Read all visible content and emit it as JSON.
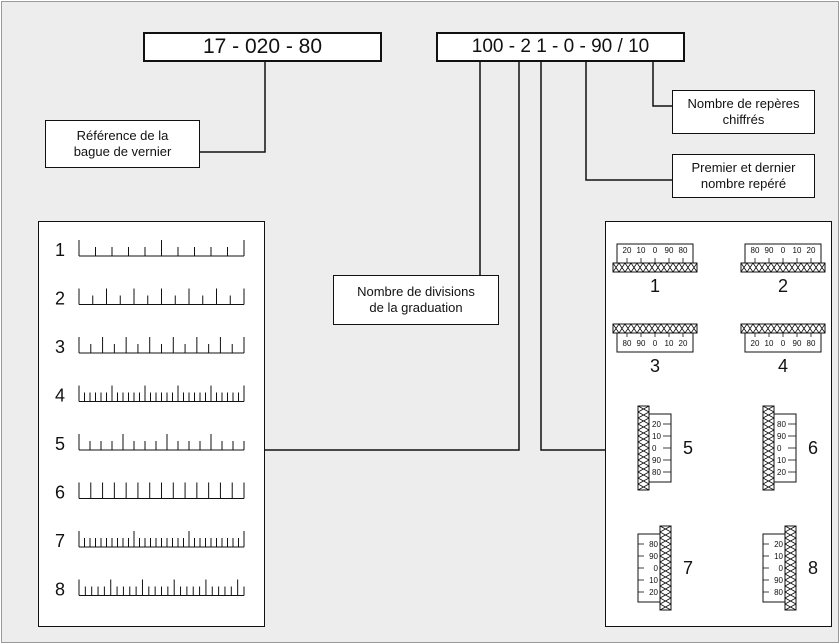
{
  "codes": {
    "reference_code": "17 - 020 - 80",
    "graduation_code": "100 - 2 1 - 0 - 90 / 10"
  },
  "labels": {
    "reference": "Référence de la\nbague de vernier",
    "marked_count": "Nombre de repères\nchiffrés",
    "first_last": "Premier et dernier\nnombre repéré",
    "divisions": "Nombre de divisions\nde la graduation"
  },
  "scale_types": [
    {
      "number": "1",
      "pattern": "10 ticks, major every 5"
    },
    {
      "number": "2",
      "pattern": "12 ticks, major every 2"
    },
    {
      "number": "3",
      "pattern": "14 ticks, major every 2"
    },
    {
      "number": "4",
      "pattern": "30 ticks, major every 6"
    },
    {
      "number": "5",
      "pattern": "15 ticks, major every 4"
    },
    {
      "number": "6",
      "pattern": "14 ticks, all major"
    },
    {
      "number": "7",
      "pattern": "30 ticks, major every 10"
    },
    {
      "number": "8",
      "pattern": "26 ticks, major every 5"
    }
  ],
  "ring_orientations": [
    {
      "number": "1",
      "labels": [
        "20",
        "10",
        "0",
        "90",
        "80"
      ]
    },
    {
      "number": "2",
      "labels": [
        "80",
        "90",
        "0",
        "10",
        "20"
      ]
    },
    {
      "number": "3",
      "labels": [
        "80",
        "90",
        "0",
        "10",
        "20"
      ]
    },
    {
      "number": "4",
      "labels": [
        "20",
        "10",
        "0",
        "90",
        "80"
      ]
    },
    {
      "number": "5",
      "labels": [
        "20",
        "10",
        "0",
        "90",
        "80"
      ]
    },
    {
      "number": "6",
      "labels": [
        "80",
        "90",
        "0",
        "10",
        "20"
      ]
    },
    {
      "number": "7",
      "labels": [
        "80",
        "90",
        "0",
        "10",
        "20"
      ]
    },
    {
      "number": "8",
      "labels": [
        "20",
        "10",
        "0",
        "90",
        "80"
      ]
    }
  ]
}
